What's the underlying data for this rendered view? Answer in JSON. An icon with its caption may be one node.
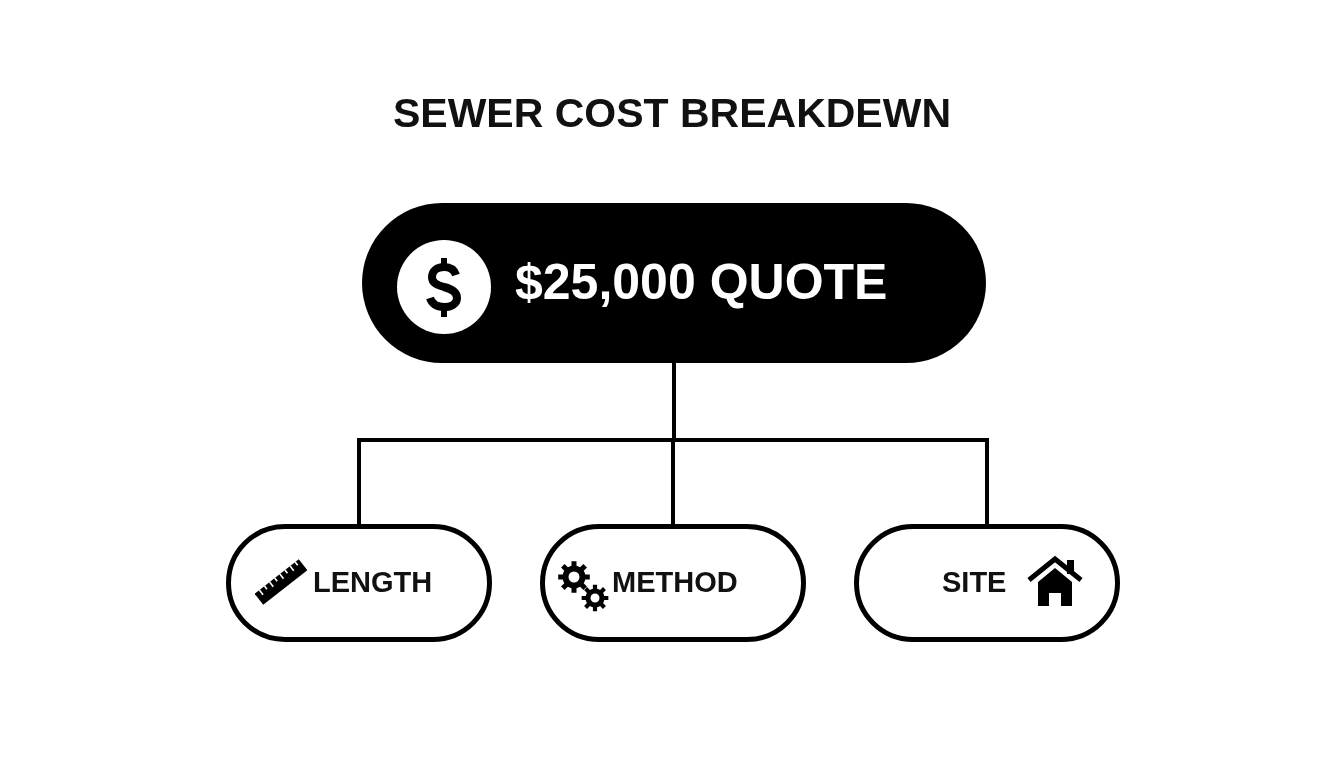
{
  "diagram": {
    "title": "SEWER COST BREAKDEWN",
    "nodes": [
      {
        "text": [
          "$25,000 QUOTE"
        ]
      },
      {
        "text": [
          "LENGTH"
        ]
      },
      {
        "text": [
          "METHOD"
        ]
      },
      {
        "text": [
          "SITE"
        ]
      }
    ],
    "edges": [
      {
        "from": 0,
        "to": 1,
        "arrow": "none"
      },
      {
        "from": 0,
        "to": 2,
        "arrow": "none"
      },
      {
        "from": 0,
        "to": 3,
        "arrow": "none"
      }
    ]
  }
}
